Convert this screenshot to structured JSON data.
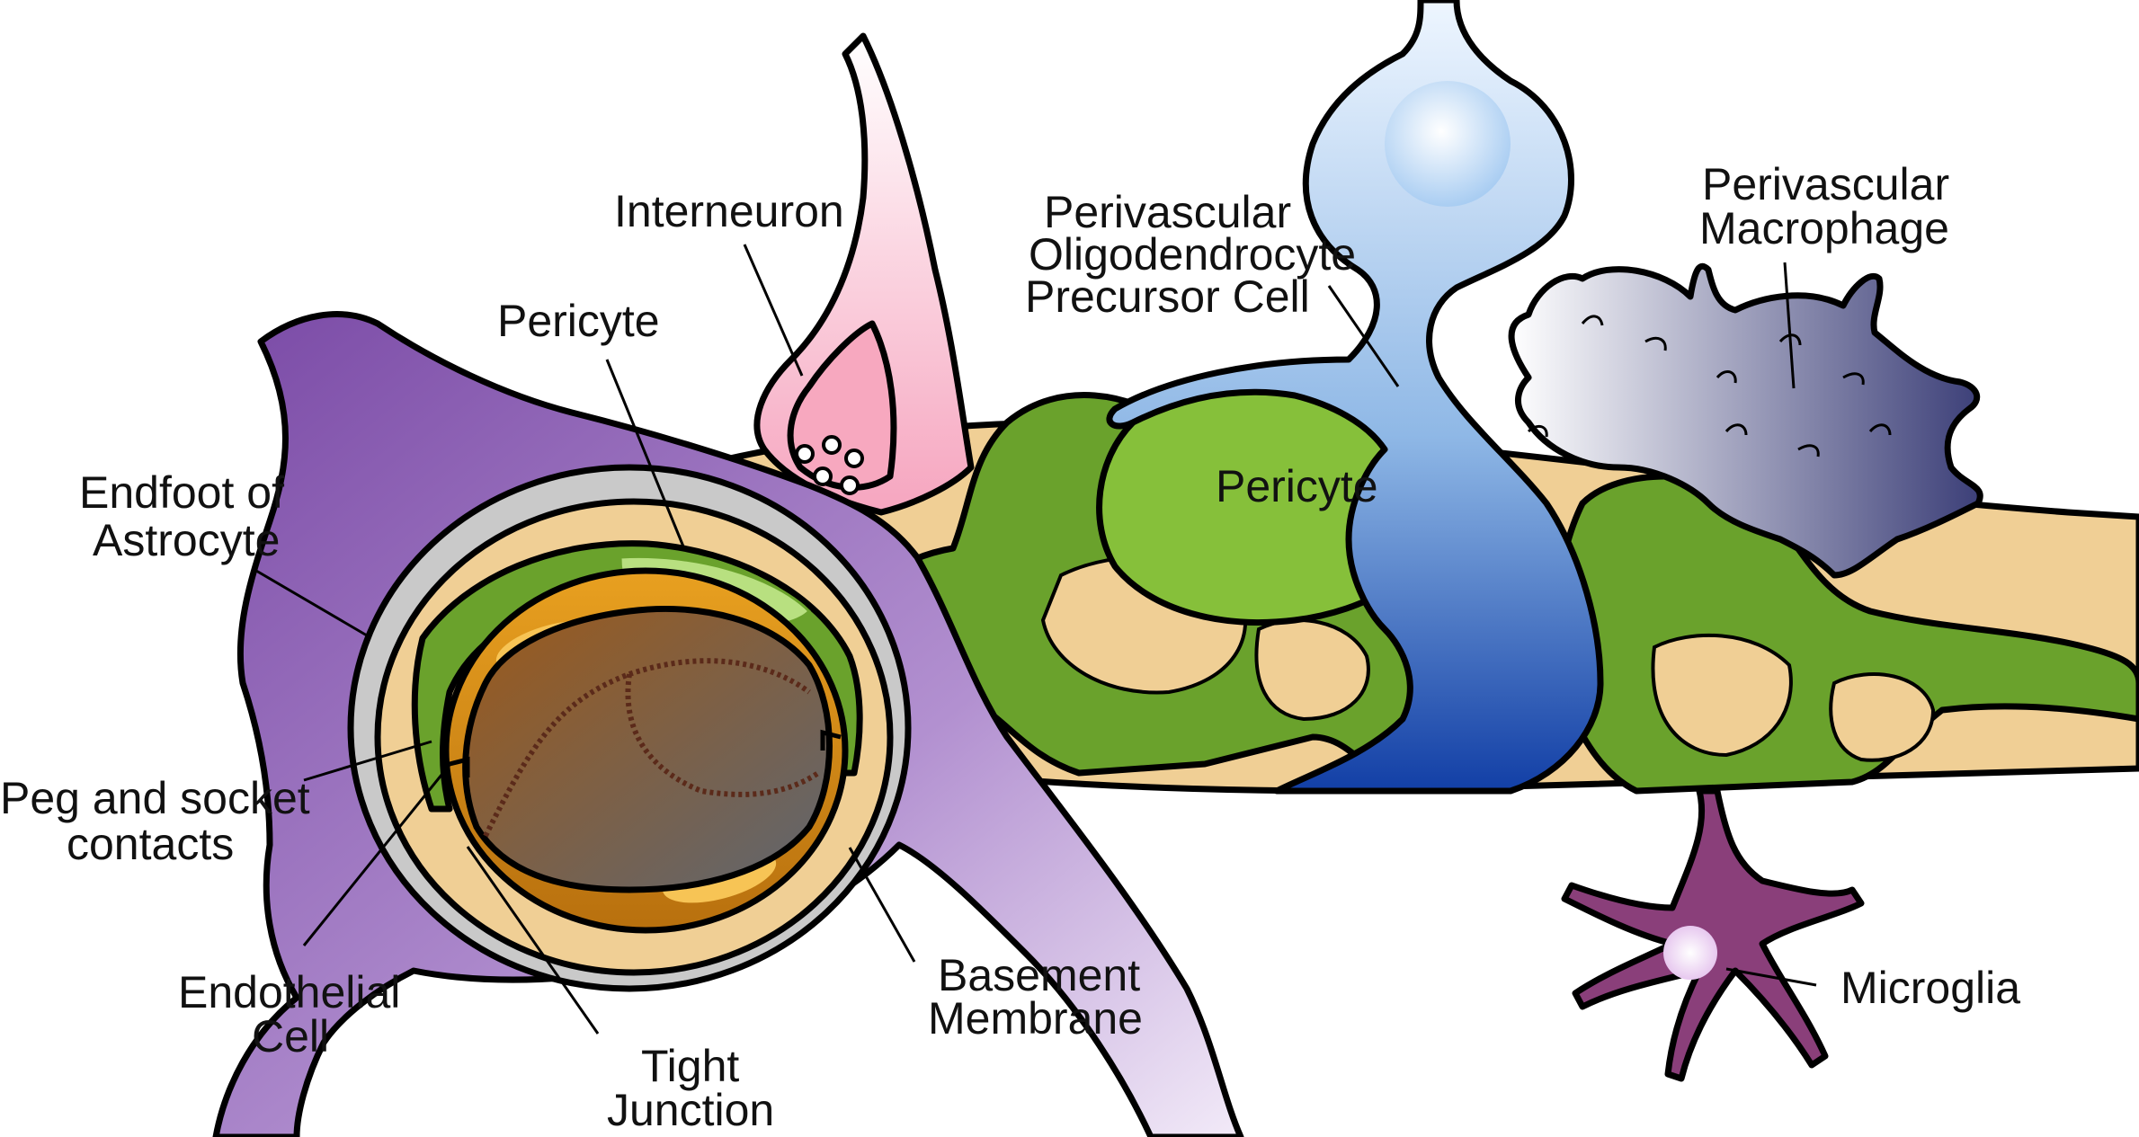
{
  "labels": {
    "interneuron": "Interneuron",
    "pericyte_cross_section": "Pericyte",
    "opc_line1": "Perivascular",
    "opc_line2": "Oligodendrocyte",
    "opc_line3": "Precursor Cell",
    "macrophage_line1": "Perivascular",
    "macrophage_line2": "Macrophage",
    "pericyte_vessel": "Pericyte",
    "endfoot_line1": "Endfoot of",
    "endfoot_line2": "Astrocyte",
    "peg_line1": "Peg and socket",
    "peg_line2": "contacts",
    "endothelial_line1": "Endothelial",
    "endothelial_line2": "Cell",
    "tight_line1": "Tight",
    "tight_line2": "Junction",
    "basement_line1": "Basement",
    "basement_line2": "Membrane",
    "microglia": "Microglia"
  },
  "colors": {
    "astrocyte": "#8a5bb0",
    "astrocyte_light": "#e6d8f0",
    "basement_membrane": "#f0cf95",
    "pericyte": "#6aa22c",
    "pericyte_light": "#c6e88a",
    "endothelial": "#d0881a",
    "lumen": "#6e6e6e",
    "interneuron": "#f7a8bf",
    "opc": "#8fb8e6",
    "opc_dark": "#1a44a8",
    "macrophage": "#4a4d82",
    "microglia": "#8a3f7a"
  }
}
